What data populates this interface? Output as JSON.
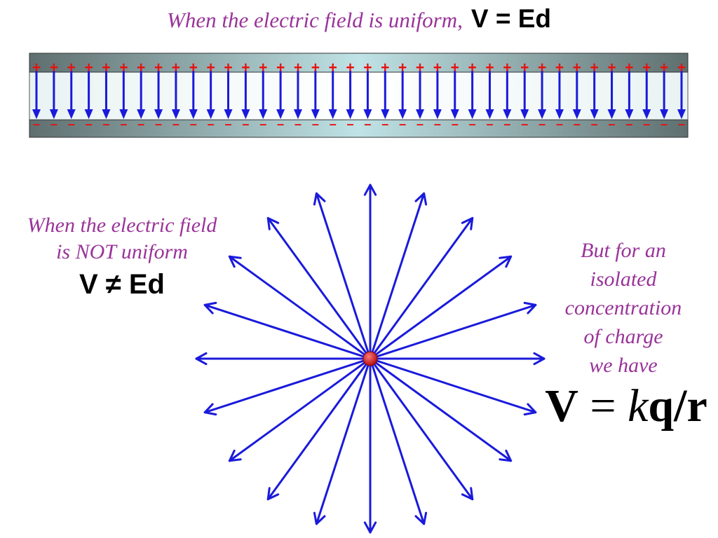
{
  "title": {
    "intro": "When the electric field is uniform,",
    "equation": "V = Ed"
  },
  "capacitor": {
    "positive_symbol": "+",
    "negative_symbol": "–",
    "field_line_count": 38,
    "plate_gradient": [
      "#5f6f6f",
      "#bfe3e6",
      "#5f6f6f"
    ],
    "field_color": "#1a1adc",
    "plus_color": "#e81010",
    "minus_color": "#e81010"
  },
  "point_charge": {
    "arrow_count": 20,
    "arrow_color": "#1a1adc",
    "charge_color": "#d01818"
  },
  "left_caption": {
    "line1": "When the electric field",
    "line2": "is NOT uniform",
    "equation": "V ≠ Ed"
  },
  "right_caption": {
    "lines": [
      "But for an",
      "isolated",
      "concentration",
      "of charge",
      "we have"
    ]
  },
  "formula": {
    "v": "V",
    "eq": " = ",
    "k": "k",
    "q": "q",
    "slash": "/",
    "r": "r"
  }
}
